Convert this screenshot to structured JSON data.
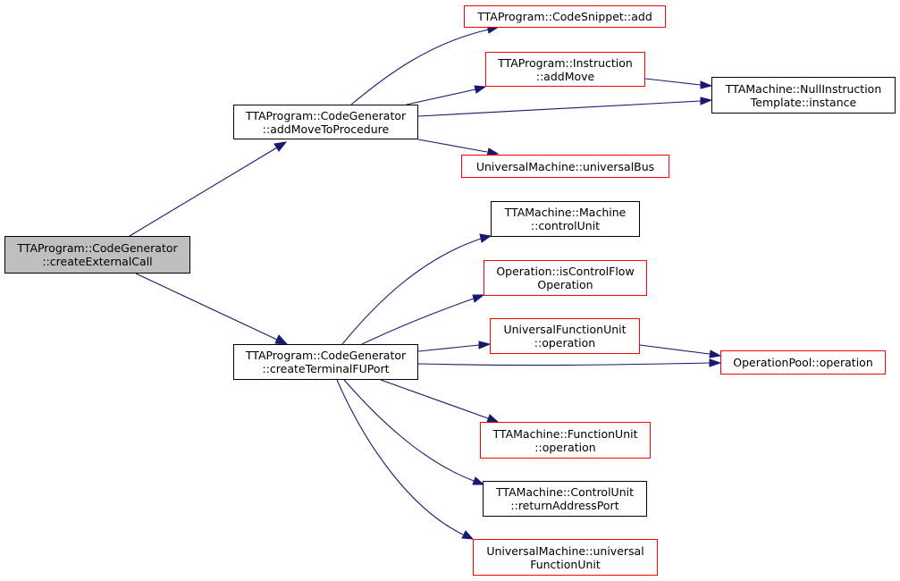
{
  "colors": {
    "edge": "#191970",
    "border_documented": "#000000",
    "border_undocumented": "#ff0000",
    "root_fill": "#bfbfbf"
  },
  "nodes": {
    "create_external_call": {
      "line1": "TTAProgram::CodeGenerator",
      "line2": "::createExternalCall",
      "style": "root"
    },
    "add_move_to_procedure": {
      "line1": "TTAProgram::CodeGenerator",
      "line2": "::addMoveToProcedure",
      "style": "documented"
    },
    "create_terminal_fu_port": {
      "line1": "TTAProgram::CodeGenerator",
      "line2": "::createTerminalFUPort",
      "style": "documented"
    },
    "code_snippet_add": {
      "line1": "TTAProgram::CodeSnippet::add",
      "style": "undocumented"
    },
    "instruction_add_move": {
      "line1": "TTAProgram::Instruction",
      "line2": "::addMove",
      "style": "undocumented"
    },
    "null_instruction_template_instance": {
      "line1": "TTAMachine::NullInstruction",
      "line2": "Template::instance",
      "style": "documented"
    },
    "universal_bus": {
      "line1": "UniversalMachine::universalBus",
      "style": "undocumented"
    },
    "machine_control_unit": {
      "line1": "TTAMachine::Machine",
      "line2": "::controlUnit",
      "style": "documented"
    },
    "is_control_flow_operation": {
      "line1": "Operation::isControlFlow",
      "line2": "Operation",
      "style": "undocumented"
    },
    "universal_function_unit_operation": {
      "line1": "UniversalFunctionUnit",
      "line2": "::operation",
      "style": "undocumented"
    },
    "operation_pool_operation": {
      "line1": "OperationPool::operation",
      "style": "undocumented"
    },
    "function_unit_operation": {
      "line1": "TTAMachine::FunctionUnit",
      "line2": "::operation",
      "style": "undocumented"
    },
    "return_address_port": {
      "line1": "TTAMachine::ControlUnit",
      "line2": "::returnAddressPort",
      "style": "documented"
    },
    "universal_function_unit": {
      "line1": "UniversalMachine::universal",
      "line2": "FunctionUnit",
      "style": "undocumented"
    }
  },
  "edges": [
    {
      "from": "create_external_call",
      "to": "add_move_to_procedure"
    },
    {
      "from": "create_external_call",
      "to": "create_terminal_fu_port"
    },
    {
      "from": "add_move_to_procedure",
      "to": "code_snippet_add"
    },
    {
      "from": "add_move_to_procedure",
      "to": "instruction_add_move"
    },
    {
      "from": "add_move_to_procedure",
      "to": "null_instruction_template_instance"
    },
    {
      "from": "add_move_to_procedure",
      "to": "universal_bus"
    },
    {
      "from": "instruction_add_move",
      "to": "null_instruction_template_instance"
    },
    {
      "from": "create_terminal_fu_port",
      "to": "machine_control_unit"
    },
    {
      "from": "create_terminal_fu_port",
      "to": "is_control_flow_operation"
    },
    {
      "from": "create_terminal_fu_port",
      "to": "universal_function_unit_operation"
    },
    {
      "from": "create_terminal_fu_port",
      "to": "operation_pool_operation"
    },
    {
      "from": "create_terminal_fu_port",
      "to": "function_unit_operation"
    },
    {
      "from": "create_terminal_fu_port",
      "to": "return_address_port"
    },
    {
      "from": "create_terminal_fu_port",
      "to": "universal_function_unit"
    },
    {
      "from": "universal_function_unit_operation",
      "to": "operation_pool_operation"
    }
  ]
}
